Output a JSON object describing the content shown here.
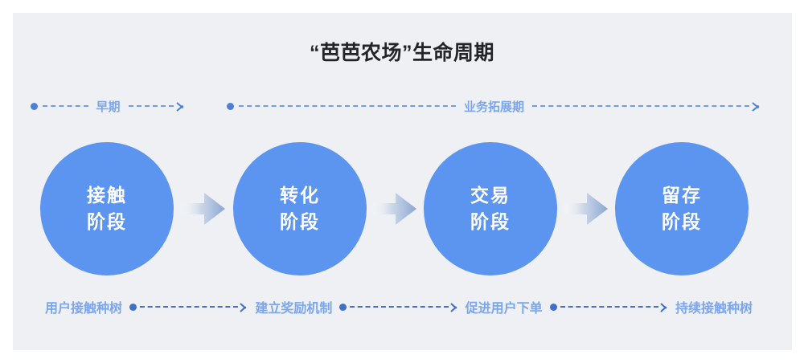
{
  "colors": {
    "page_background": "#ffffff",
    "panel_background": "#eef0f4",
    "circle_fill": "#5b95f0",
    "circle_text": "#ffffff",
    "title_text": "#222428",
    "phase_label_text": "#7aa6ef",
    "phase_connector": "#4d7fd4",
    "task_label_text": "#7aa6ef",
    "task_connector": "#4472c4",
    "block_arrow_start": "#ffffff",
    "block_arrow_end": "#8fa9cf"
  },
  "header": {
    "title": "“芭芭农场”生命周期"
  },
  "phases": [
    {
      "label": "早期",
      "dot_icon": "phase-start-dot",
      "arrow_icon": "phase-arrow-right"
    },
    {
      "label": "业务拓展期",
      "dot_icon": "phase-start-dot",
      "arrow_icon": "phase-arrow-right"
    }
  ],
  "stages": [
    {
      "line1": "接触",
      "line2": "阶段"
    },
    {
      "line1": "转化",
      "line2": "阶段"
    },
    {
      "line1": "交易",
      "line2": "阶段"
    },
    {
      "line1": "留存",
      "line2": "阶段"
    }
  ],
  "stage_arrows": [
    {
      "icon": "block-arrow-right"
    },
    {
      "icon": "block-arrow-right"
    },
    {
      "icon": "block-arrow-right"
    }
  ],
  "tasks": [
    {
      "label": "用户接触种树"
    },
    {
      "label": "建立奖励机制"
    },
    {
      "label": "促进用户下单"
    },
    {
      "label": "持续接触种树"
    }
  ],
  "task_connectors": [
    {
      "dot_icon": "task-start-dot",
      "arrow_icon": "task-arrow-right"
    },
    {
      "dot_icon": "task-start-dot",
      "arrow_icon": "task-arrow-right"
    },
    {
      "dot_icon": "task-start-dot",
      "arrow_icon": "task-arrow-right"
    }
  ]
}
